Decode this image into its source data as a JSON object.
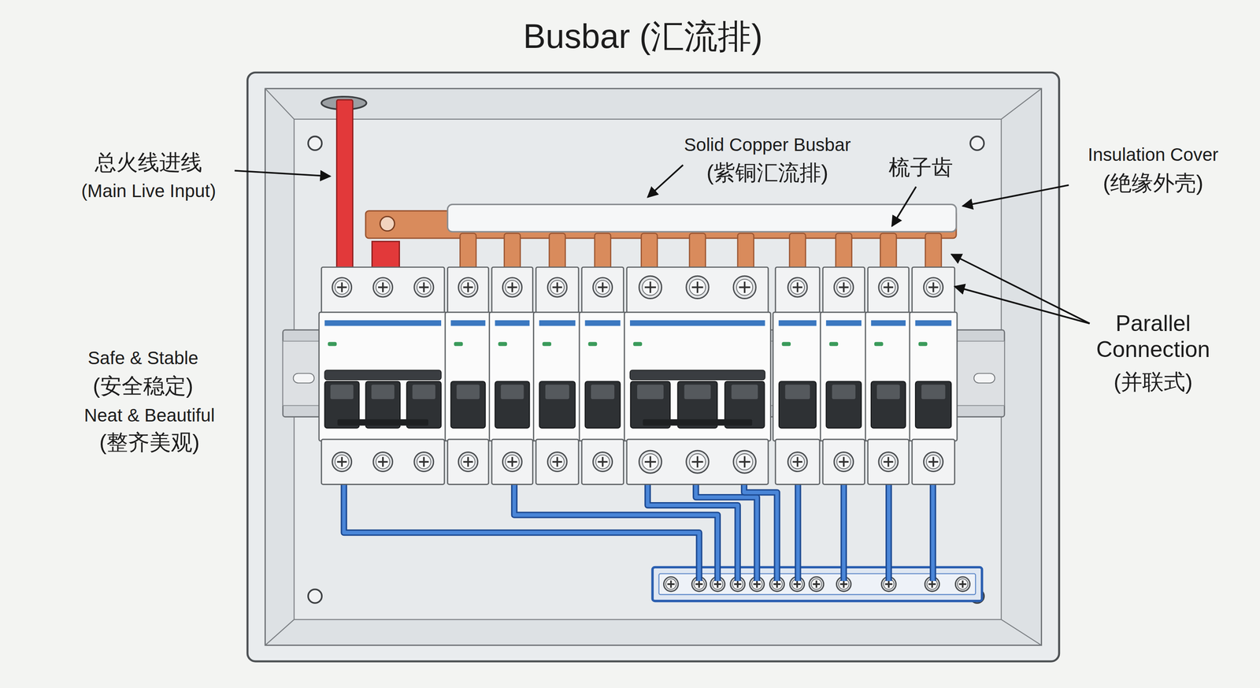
{
  "diagram": {
    "title": "Busbar (汇流排)",
    "labels": [
      "总火线进线",
      "(Main Live Input)",
      "Solid Copper Busbar",
      "(紫铜汇流排)",
      "梳子齿",
      "Insulation Cover",
      "(绝缘外壳)",
      "Parallel Connection",
      "(并联式)",
      "Safe & Stable",
      "(安全稳定)",
      "Neat & Beautiful",
      "(整齐美观)"
    ]
  }
}
